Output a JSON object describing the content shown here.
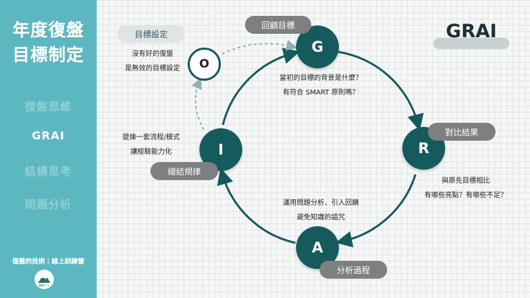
{
  "sidebar": {
    "title_line1": "年度復盤",
    "title_line2": "目標制定",
    "menu": [
      {
        "label": "復盤思維",
        "active": false
      },
      {
        "label": "GRAI",
        "active": true
      },
      {
        "label": "結構思考",
        "active": false
      },
      {
        "label": "問題分析",
        "active": false
      }
    ],
    "footer": "復盤的技術｜線上訓練營",
    "logo_text": "營業三十"
  },
  "header": {
    "title": "GRAI"
  },
  "diagram": {
    "nodes": {
      "g": "G",
      "r": "R",
      "a": "A",
      "i": "I",
      "o": "O"
    },
    "labels": {
      "g": "回顧目標",
      "r": "對比結果",
      "a": "分析過程",
      "i": "總結規律",
      "o": "目標設定"
    },
    "texts": {
      "g_line1": "當初的目標的背景是什麼？",
      "g_line2": "有符合 SMART 原則嗎？",
      "r_line1": "與原先目標相比",
      "r_line2": "有哪些亮點？有哪些不足？",
      "a_line1": "運用問題分析、引入回饋",
      "a_line2": "避免知識的詛咒",
      "i_line1": "提煉一套流程/模式",
      "i_line2": "讓經驗能力化",
      "o_line1": "沒有好的復盤",
      "o_line2": "是無效的目標設定"
    }
  },
  "colors": {
    "sidebar": "#5db7c0",
    "node": "#155a5c",
    "pill": "#7d7f80",
    "pill_light": "#e1e4e5"
  }
}
